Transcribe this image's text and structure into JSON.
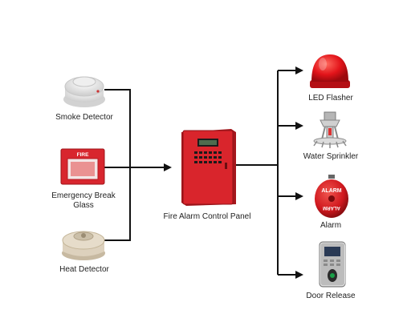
{
  "inputs": {
    "smoke_detector": "Smoke Detector",
    "break_glass_line1": "Emergency Break",
    "break_glass_line2": "Glass",
    "break_glass_sign": "FIRE",
    "heat_detector": "Heat Detector"
  },
  "panel": {
    "label": "Fire Alarm Control Panel"
  },
  "outputs": {
    "led_flasher": "LED Flasher",
    "water_sprinkler": "Water Sprinkler",
    "alarm": "Alarm",
    "alarm_bell_text": "ALARM",
    "door_release": "Door Release"
  },
  "colors": {
    "wire": "#111111",
    "device_red": "#d8262e",
    "panel_red": "#d9252c",
    "detector_white": "#f1f1f1",
    "heat_detector_beige": "#d9cdb8"
  }
}
